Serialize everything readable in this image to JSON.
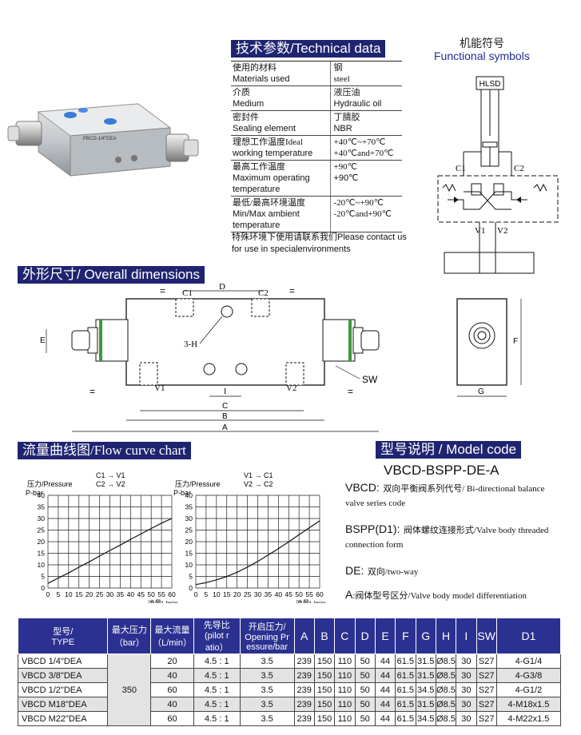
{
  "tech": {
    "header": "技术参数/Technical data",
    "rows": [
      {
        "label_cn": "使用的材料",
        "label_en": "Materials used",
        "value_cn": "钢",
        "value_en": "steel"
      },
      {
        "label_cn": "介质",
        "label_en": "Medium",
        "value_cn": "液压油",
        "value_en": "Hydraulic oil"
      },
      {
        "label_cn": "密封件",
        "label_en": "Sealing element",
        "value_cn": "丁腈胶",
        "value_en": "NBR"
      },
      {
        "label_cn": "理想工作温度Ideal",
        "label_en": "working temperature",
        "value_cn": "+40℃~+70℃",
        "value_en": "+40℃and+70℃"
      },
      {
        "label_cn": "最高工作温度",
        "label_en": "Maximum operating temperature",
        "value_cn": "+90℃",
        "value_en": "+90℃"
      },
      {
        "label_cn": "最低/最高环境温度",
        "label_en": "Min/Max ambient temperature",
        "value_cn": "-20℃~+90℃",
        "value_en": "-20℃and+90℃"
      }
    ],
    "note": "特殊环境下使用请联系我们Please contact us for use in specialenvironments"
  },
  "functional": {
    "title_cn": "机能符号",
    "title_en": "Functional symbols",
    "hlsd": "HLSD",
    "c1": "C1",
    "c2": "C2",
    "v1": "V1",
    "v2": "V2"
  },
  "photo": {
    "label": "PBCD-1/4\"DEA"
  },
  "overall": {
    "header": "外形尺寸/ Overall dimensions",
    "labels": {
      "c1": "C1",
      "c2": "C2",
      "d": "D",
      "thread": "3-H",
      "v1": "V1",
      "v2": "V2",
      "sw": "SW",
      "i": "I",
      "c": "C",
      "b": "B",
      "a": "A",
      "e": "E",
      "f": "F",
      "g": "G",
      "eq": "="
    }
  },
  "flow": {
    "header": "流量曲线图/Flow curve chart"
  },
  "chart_data": [
    {
      "type": "line",
      "title": "C1 → V1\nC2 → V2",
      "legend_lines": [
        "C1 → V1",
        "C2 → V2"
      ],
      "ylabel_cn": "压力/Pressure",
      "ylabel_unit": "P-bar",
      "xlabel": "流量L/min",
      "x_ticks": [
        0,
        5,
        10,
        15,
        20,
        25,
        30,
        35,
        40,
        45,
        50,
        55,
        60
      ],
      "y_ticks": [
        0,
        5,
        10,
        15,
        20,
        25,
        30,
        35,
        40
      ],
      "xlim": [
        0,
        60
      ],
      "ylim": [
        0,
        40
      ],
      "x": [
        0,
        5,
        10,
        15,
        20,
        25,
        30,
        35,
        40,
        45,
        50,
        55,
        60
      ],
      "y": [
        2,
        4.3,
        6.5,
        9,
        11.3,
        13.8,
        16.2,
        18.5,
        21,
        23.3,
        25.7,
        28,
        30
      ]
    },
    {
      "type": "line",
      "title": "V1 → C1\nV2 → C2",
      "legend_lines": [
        "V1 → C1",
        "V2 → C2"
      ],
      "ylabel_cn": "压力/Pressure",
      "ylabel_unit": "P-bar",
      "xlabel": "流量L/min",
      "x_ticks": [
        0,
        5,
        10,
        15,
        20,
        25,
        30,
        35,
        40,
        45,
        50,
        55,
        60
      ],
      "y_ticks": [
        0,
        5,
        10,
        15,
        20,
        25,
        30,
        35,
        40
      ],
      "xlim": [
        0,
        60
      ],
      "ylim": [
        0,
        40
      ],
      "x": [
        0,
        5,
        10,
        15,
        20,
        25,
        30,
        35,
        40,
        45,
        50,
        55,
        60
      ],
      "y": [
        1.5,
        2.3,
        3.5,
        5,
        6.8,
        9,
        11.5,
        14.2,
        17,
        19.9,
        23,
        26,
        29
      ]
    }
  ],
  "model": {
    "header": "型号说明  / Model code",
    "code": "VBCD-BSPP-DE-A",
    "lines": [
      {
        "key": "VBCD:",
        "text": "双向平衡阀系列代号/ Bi-directional balance valve series code"
      },
      {
        "key": "BSPP(D1):",
        "text": "阀体螺纹连接形式/Valve body threaded connection form"
      },
      {
        "key": "DE:",
        "text": "双向/two-way"
      },
      {
        "key": "A",
        "text": ":阀体型号区分/Valve body model differentiation"
      }
    ]
  },
  "spec": {
    "headers": {
      "type": "型号/\nTYPE",
      "pressure": "最大压力\n（bar）",
      "flow": "最大流量\n（L/min）",
      "pilot": "先导比\n(pilot r\natio）",
      "opening": "开启压力/\nOpening Pr\nessure/bar",
      "cols": [
        "A",
        "B",
        "C",
        "D",
        "E",
        "F",
        "G",
        "H",
        "I",
        "SW",
        "D1"
      ]
    },
    "pressure_value": "350",
    "rows": [
      {
        "type": "VBCD 1/4\"DEA",
        "flow": "20",
        "pilot": "4.5 : 1",
        "open": "3.5",
        "vals": [
          "239",
          "150",
          "110",
          "50",
          "44",
          "61.5",
          "31.5",
          "Ø8.5",
          "30",
          "S27",
          "4-G1/4"
        ]
      },
      {
        "type": "VBCD 3/8\"DEA",
        "flow": "40",
        "pilot": "4.5 : 1",
        "open": "3.5",
        "vals": [
          "239",
          "150",
          "110",
          "50",
          "44",
          "61.5",
          "31.5",
          "Ø8.5",
          "30",
          "S27",
          "4-G3/8"
        ]
      },
      {
        "type": "VBCD 1/2\"DEA",
        "flow": "60",
        "pilot": "4.5 : 1",
        "open": "3.5",
        "vals": [
          "239",
          "150",
          "110",
          "50",
          "44",
          "61.5",
          "34.5",
          "Ø8.5",
          "30",
          "S27",
          "4-G1/2"
        ]
      },
      {
        "type": "VBCD M18\"DEA",
        "flow": "40",
        "pilot": "4.5 : 1",
        "open": "3.5",
        "vals": [
          "239",
          "150",
          "110",
          "50",
          "44",
          "61.5",
          "31.5",
          "Ø8.5",
          "30",
          "S27",
          "4-M18x1.5"
        ]
      },
      {
        "type": "VBCD M22\"DEA",
        "flow": "60",
        "pilot": "4.5 : 1",
        "open": "3.5",
        "vals": [
          "239",
          "150",
          "110",
          "50",
          "44",
          "61.5",
          "34.5",
          "Ø8.5",
          "30",
          "S27",
          "4-M22x1.5"
        ]
      }
    ]
  }
}
